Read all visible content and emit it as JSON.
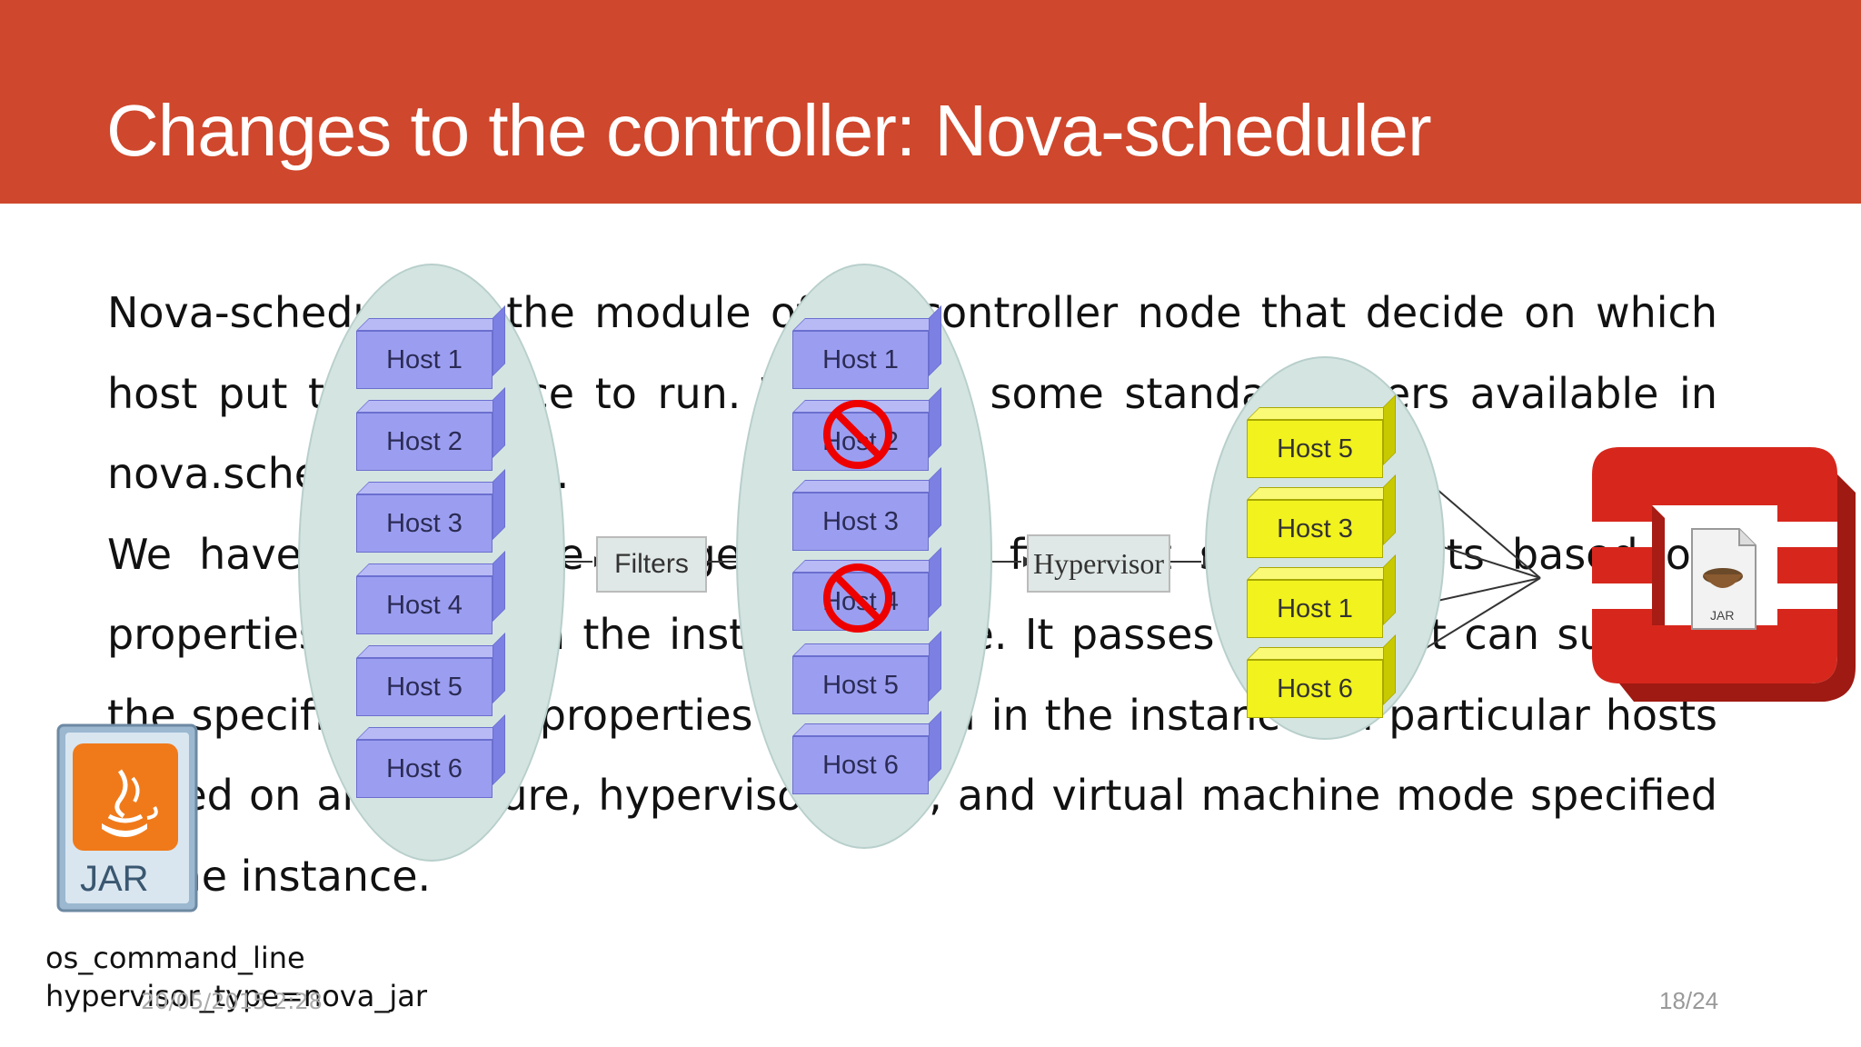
{
  "slide": {
    "title": "Changes to the controller: Nova-scheduler",
    "paragraph1": "Nova-scheduler is the module of the controller node that decide on which host put the instance to run. There are some standard filters available in nova.scheduler.filters.",
    "paragraph2": "We have created the image properties filter. It selects hosts based on properties defined on the instance image. It passes hosts that can support the specified image properties contained in the instance. In particular hosts based on architecture, hypervisor type, and virtual machine mode specified in the instance.",
    "footer_line1": "os_command_line",
    "footer_line2": "hypervisor_type=nova_jar",
    "date": "20/05/2015 2:28",
    "page": "18/24"
  },
  "diagram": {
    "group1_hosts": [
      "Host 1",
      "Host 2",
      "Host 3",
      "Host 4",
      "Host 5",
      "Host 6"
    ],
    "group2_hosts": [
      "Host 1",
      "Host 2",
      "Host 3",
      "Host 4",
      "Host 5",
      "Host 6"
    ],
    "group3_hosts": [
      "Host 5",
      "Host 3",
      "Host 1",
      "Host 6"
    ],
    "filters_label": "Filters",
    "hypervisor_label": "Hypervisor",
    "jar_label": "JAR",
    "colors": {
      "header": "#cf472c",
      "host_blue": "#9b9ef0",
      "host_yellow": "#f2f21e",
      "ellipse": "#d4e4e1",
      "openstack_red": "#d7271d"
    }
  }
}
